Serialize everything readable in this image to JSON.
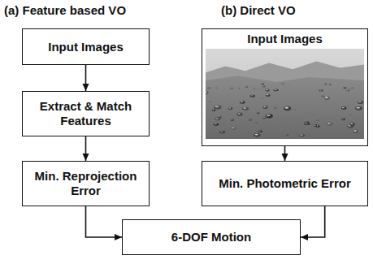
{
  "diagram": {
    "nodes": [
      {
        "text": [
          "Input Images"
        ]
      },
      {
        "text": [
          "Extract & Match Features"
        ]
      },
      {
        "text": [
          "Min. Reprojection Error"
        ]
      },
      {
        "text": [
          "Input Images"
        ]
      },
      {
        "text": [
          "Min. Photometric Error"
        ]
      },
      {
        "text": [
          "6-DOF Motion"
        ]
      }
    ],
    "edges": [
      {
        "from": 0,
        "to": 1,
        "arrow": "to"
      },
      {
        "from": 1,
        "to": 2,
        "arrow": "to"
      },
      {
        "from": 3,
        "to": 4,
        "arrow": "to"
      },
      {
        "from": 2,
        "to": 5,
        "arrow": "to"
      },
      {
        "from": 4,
        "to": 5,
        "arrow": "to"
      }
    ],
    "labels": [
      "(a) Feature based VO",
      "(b) Direct VO"
    ]
  }
}
